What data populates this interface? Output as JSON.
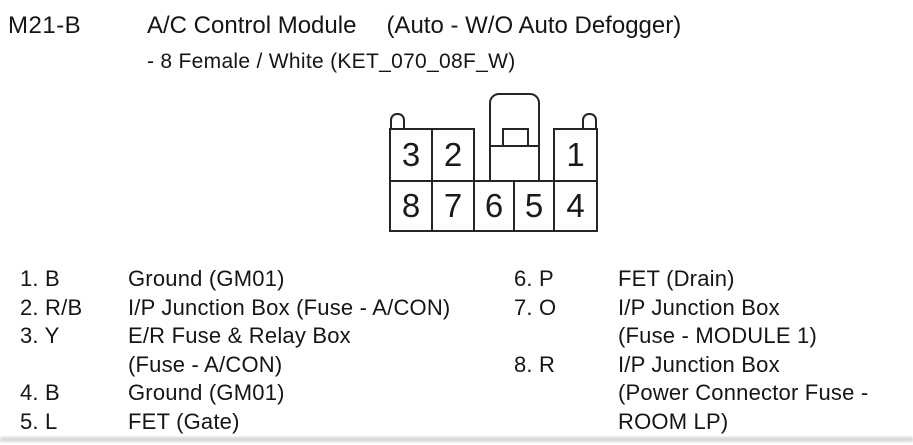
{
  "page": {
    "connector_id": "M21-B",
    "title": "A/C Control Module",
    "variant": "(Auto - W/O Auto Defogger)",
    "subtitle": "- 8 Female / White (KET_070_08F_W)"
  },
  "connector": {
    "top_row": [
      "3",
      "2",
      "1"
    ],
    "bottom_row": [
      "8",
      "7",
      "6",
      "5",
      "4"
    ]
  },
  "pin_table": {
    "left": [
      {
        "label": "1. B",
        "desc": "Ground (GM01)"
      },
      {
        "label": "2. R/B",
        "desc": "I/P Junction Box (Fuse - A/CON)"
      },
      {
        "label": "3. Y",
        "desc": "E/R Fuse & Relay Box"
      },
      {
        "label": "",
        "desc": "(Fuse - A/CON)"
      },
      {
        "label": "4. B",
        "desc": "Ground (GM01)"
      },
      {
        "label": "5. L",
        "desc": "FET (Gate)"
      }
    ],
    "right": [
      {
        "label": "6. P",
        "desc": "FET (Drain)"
      },
      {
        "label": "7. O",
        "desc": "I/P Junction Box"
      },
      {
        "label": "",
        "desc": "(Fuse - MODULE 1)"
      },
      {
        "label": "8. R",
        "desc": "I/P Junction Box"
      },
      {
        "label": "",
        "desc": "(Power Connector Fuse -"
      },
      {
        "label": "",
        "desc": "ROOM LP)"
      }
    ]
  },
  "colors": {
    "background": "#ffffff",
    "text": "#151515",
    "line": "#262626",
    "scan_edge": "#d8d8d8"
  }
}
